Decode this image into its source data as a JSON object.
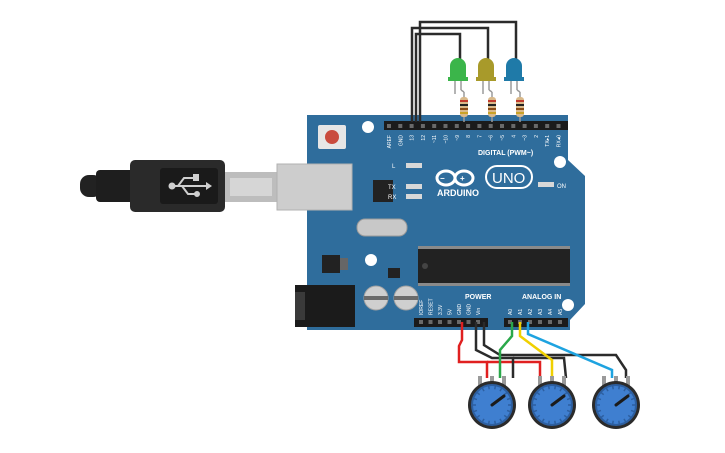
{
  "board": {
    "brand": "ARDUINO",
    "model": "UNO",
    "led_labels": {
      "l": "L",
      "tx": "TX",
      "rx": "RX",
      "on": "ON"
    },
    "digital_header": "DIGITAL (PWM~)",
    "power_header": "POWER",
    "analog_header": "ANALOG IN",
    "digital_pins": [
      "AREF",
      "GND",
      "13",
      "12",
      "~11",
      "~10",
      "~9",
      "8",
      "7",
      "~6",
      "~5",
      "4",
      "~3",
      "2",
      "TX▸1",
      "RX◂0"
    ],
    "power_pins": [
      "IOREF",
      "RESET",
      "3.3V",
      "5V",
      "GND",
      "GND",
      "Vin"
    ],
    "analog_pins": [
      "A0",
      "A1",
      "A2",
      "A3",
      "A4",
      "A5"
    ]
  },
  "leds": [
    {
      "color": "#3bb54a",
      "name": "green"
    },
    {
      "color": "#a89a2a",
      "name": "yellow"
    },
    {
      "color": "#1f7aa8",
      "name": "blue"
    }
  ],
  "colors": {
    "board": "#2f6d9c",
    "wire_black": "#2b2b2b",
    "wire_red": "#e02020",
    "wire_green": "#2aa84a",
    "wire_yellow": "#f0d000",
    "wire_blue": "#1ea3e0",
    "pot_knob": "#3f7fd0"
  }
}
